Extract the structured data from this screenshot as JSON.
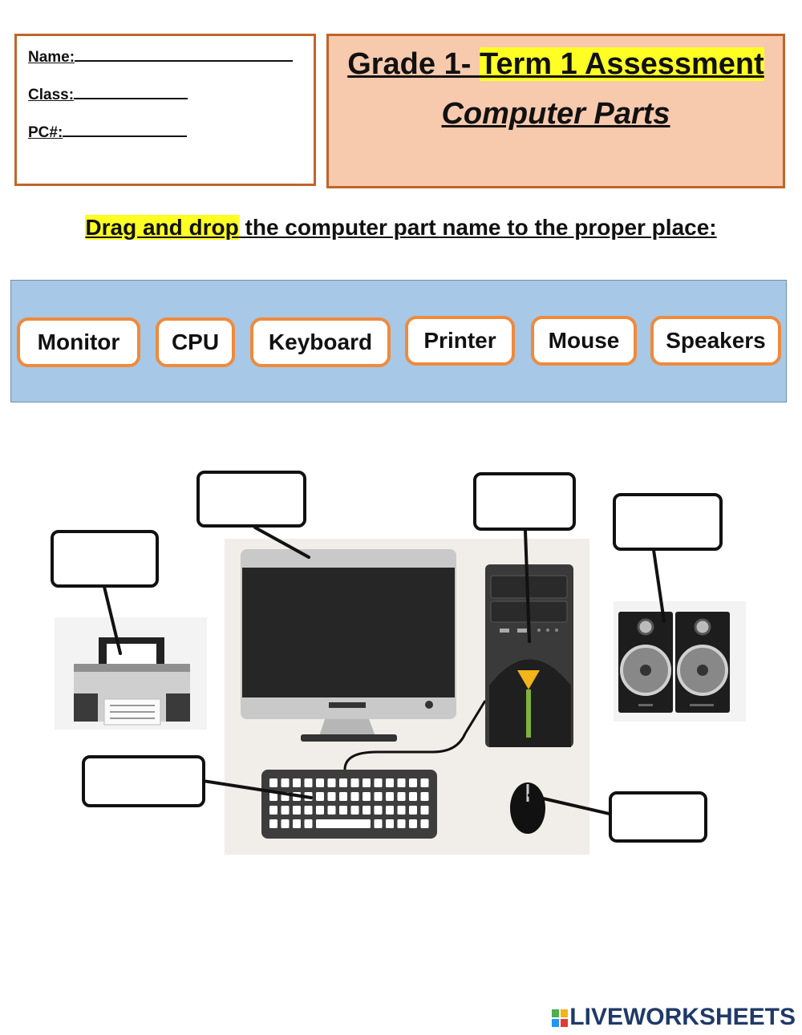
{
  "info": {
    "name_label": "Name:",
    "class_label": "Class:",
    "pc_label": "PC#:"
  },
  "title": {
    "prefix": "Grade 1- ",
    "highlight": "Term 1 Assessment",
    "subtitle": "Computer Parts"
  },
  "instruction": {
    "highlight": "Drag and drop",
    "rest": " the computer part name to the proper place:"
  },
  "word_bank": [
    "Monitor",
    "CPU",
    "Keyboard",
    "Printer",
    "Mouse",
    "Speakers"
  ],
  "colors": {
    "accent_border": "#c0652a",
    "title_bg": "#f7c9ad",
    "highlight": "#ffff24",
    "word_bank_bg": "#a7c8e6",
    "chip_border": "#ef8a3c"
  },
  "logo": {
    "text": "LIVEWORKSHEETS"
  }
}
